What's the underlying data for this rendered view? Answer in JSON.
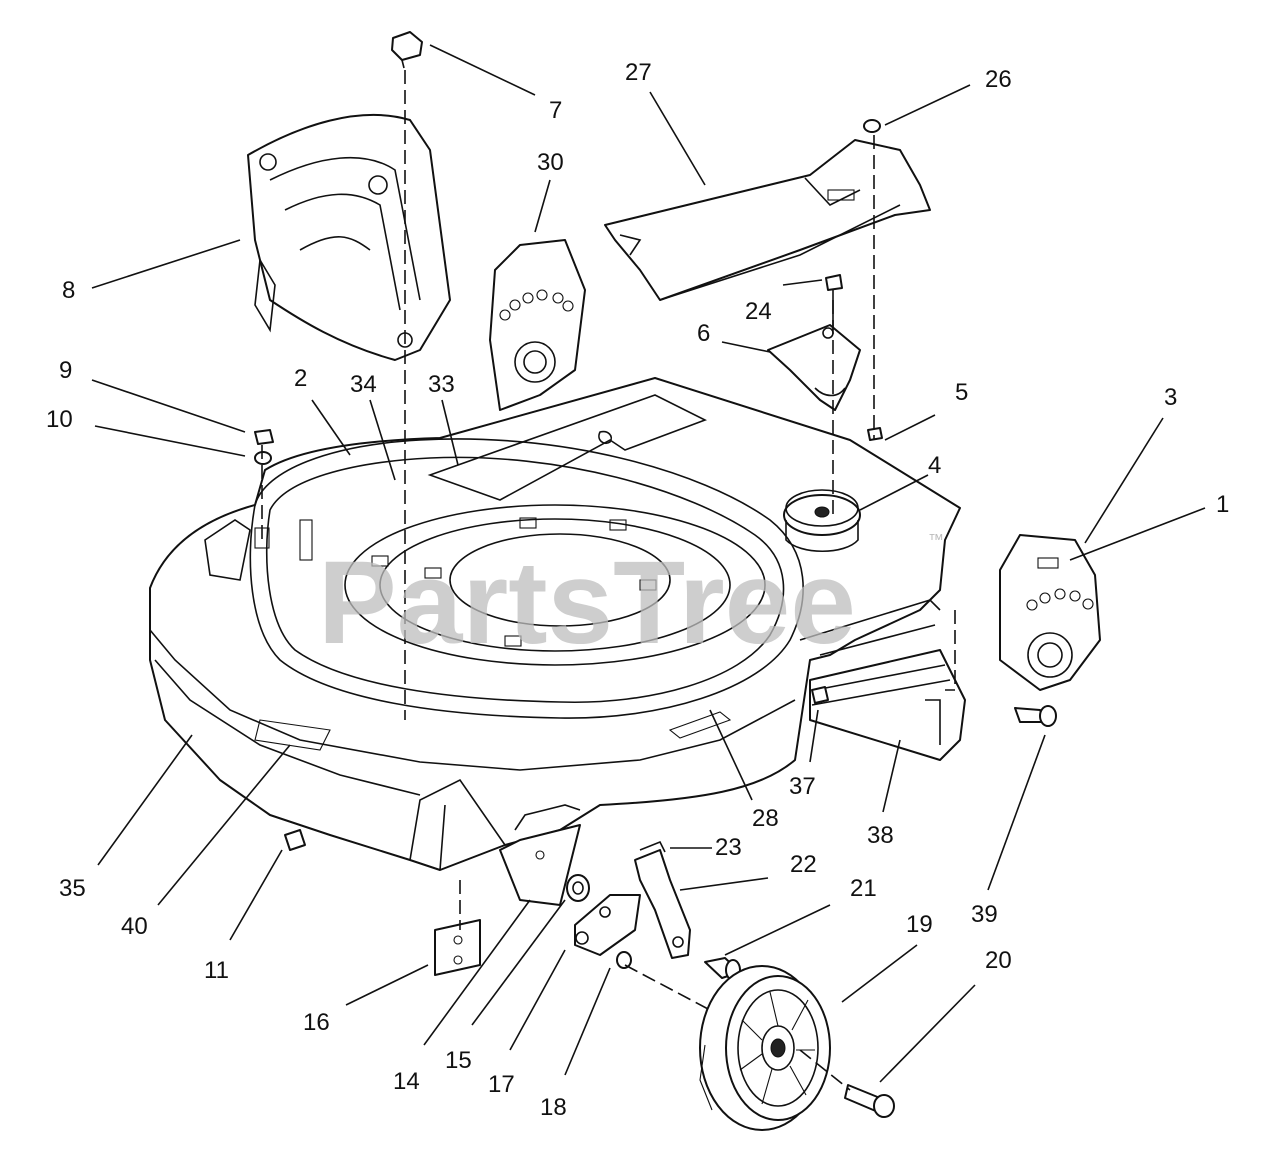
{
  "watermark": {
    "brand": "PartsTree",
    "trademark": "™"
  },
  "callouts": [
    {
      "id": "1",
      "label": "1"
    },
    {
      "id": "2",
      "label": "2"
    },
    {
      "id": "3",
      "label": "3"
    },
    {
      "id": "4",
      "label": "4"
    },
    {
      "id": "5",
      "label": "5"
    },
    {
      "id": "6",
      "label": "6"
    },
    {
      "id": "7",
      "label": "7"
    },
    {
      "id": "8",
      "label": "8"
    },
    {
      "id": "9",
      "label": "9"
    },
    {
      "id": "10",
      "label": "10"
    },
    {
      "id": "11",
      "label": "11"
    },
    {
      "id": "14",
      "label": "14"
    },
    {
      "id": "15",
      "label": "15"
    },
    {
      "id": "16",
      "label": "16"
    },
    {
      "id": "17",
      "label": "17"
    },
    {
      "id": "18",
      "label": "18"
    },
    {
      "id": "19",
      "label": "19"
    },
    {
      "id": "20",
      "label": "20"
    },
    {
      "id": "21",
      "label": "21"
    },
    {
      "id": "22",
      "label": "22"
    },
    {
      "id": "23",
      "label": "23"
    },
    {
      "id": "24",
      "label": "24"
    },
    {
      "id": "26",
      "label": "26"
    },
    {
      "id": "27",
      "label": "27"
    },
    {
      "id": "28",
      "label": "28"
    },
    {
      "id": "30",
      "label": "30"
    },
    {
      "id": "33",
      "label": "33"
    },
    {
      "id": "34",
      "label": "34"
    },
    {
      "id": "35",
      "label": "35"
    },
    {
      "id": "37",
      "label": "37"
    },
    {
      "id": "38",
      "label": "38"
    },
    {
      "id": "39",
      "label": "39"
    },
    {
      "id": "40",
      "label": "40"
    }
  ]
}
